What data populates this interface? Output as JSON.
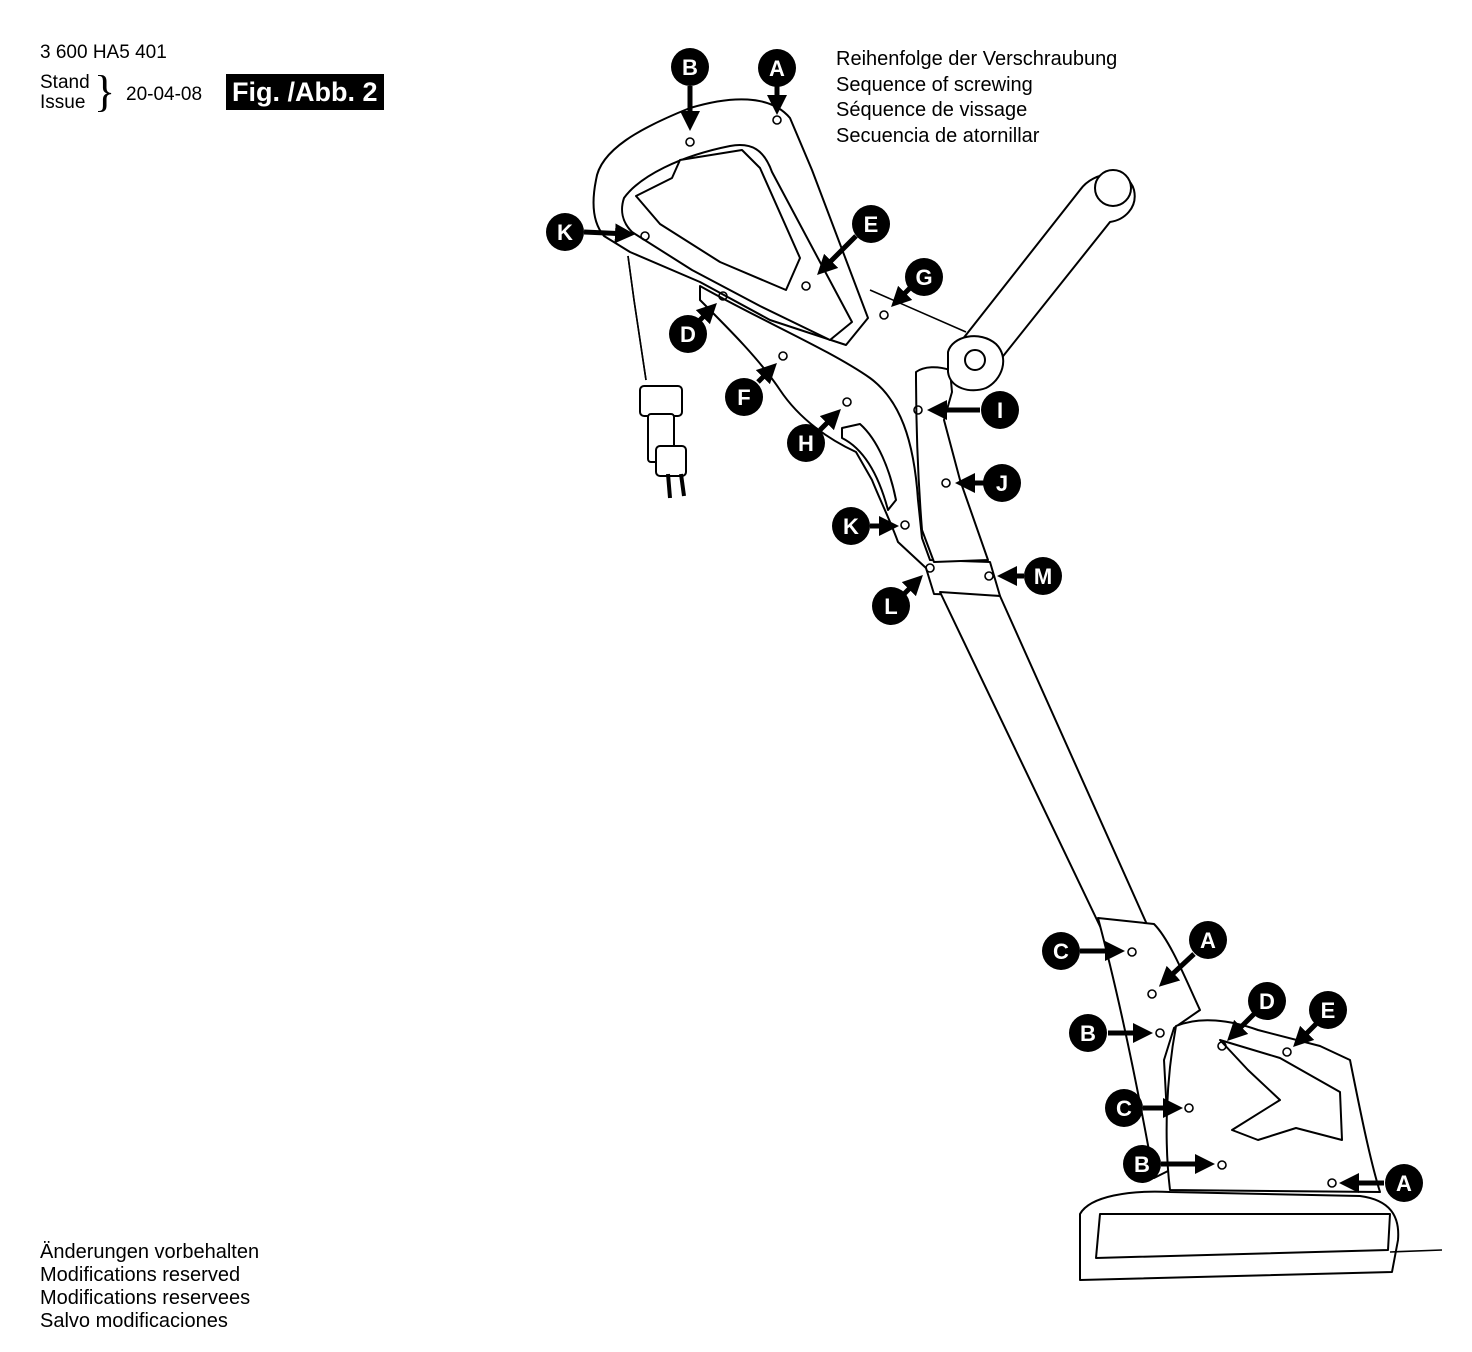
{
  "header": {
    "part_number": "3 600 HA5 401",
    "stand_label": "Stand",
    "issue_label": "Issue",
    "brace": "}",
    "date": "20-04-08",
    "fig_label": "Fig. /Abb. 2"
  },
  "sequence_title": [
    "Reihenfolge der Verschraubung",
    "Sequence of screwing",
    "Séquence de vissage",
    "Secuencia de atornillar"
  ],
  "footer_notes": [
    "Änderungen vorbehalten",
    "Modifications reserved",
    "Modifications reservees",
    "Salvo modificaciones"
  ],
  "callouts": {
    "handle": [
      "A",
      "B",
      "E",
      "G",
      "K",
      "D",
      "F",
      "H",
      "I",
      "J",
      "K",
      "L",
      "M"
    ],
    "motor_housing": [
      "C",
      "A",
      "B",
      "D",
      "E",
      "C",
      "B",
      "A"
    ]
  },
  "colors": {
    "ink": "#000000",
    "paper": "#ffffff"
  }
}
